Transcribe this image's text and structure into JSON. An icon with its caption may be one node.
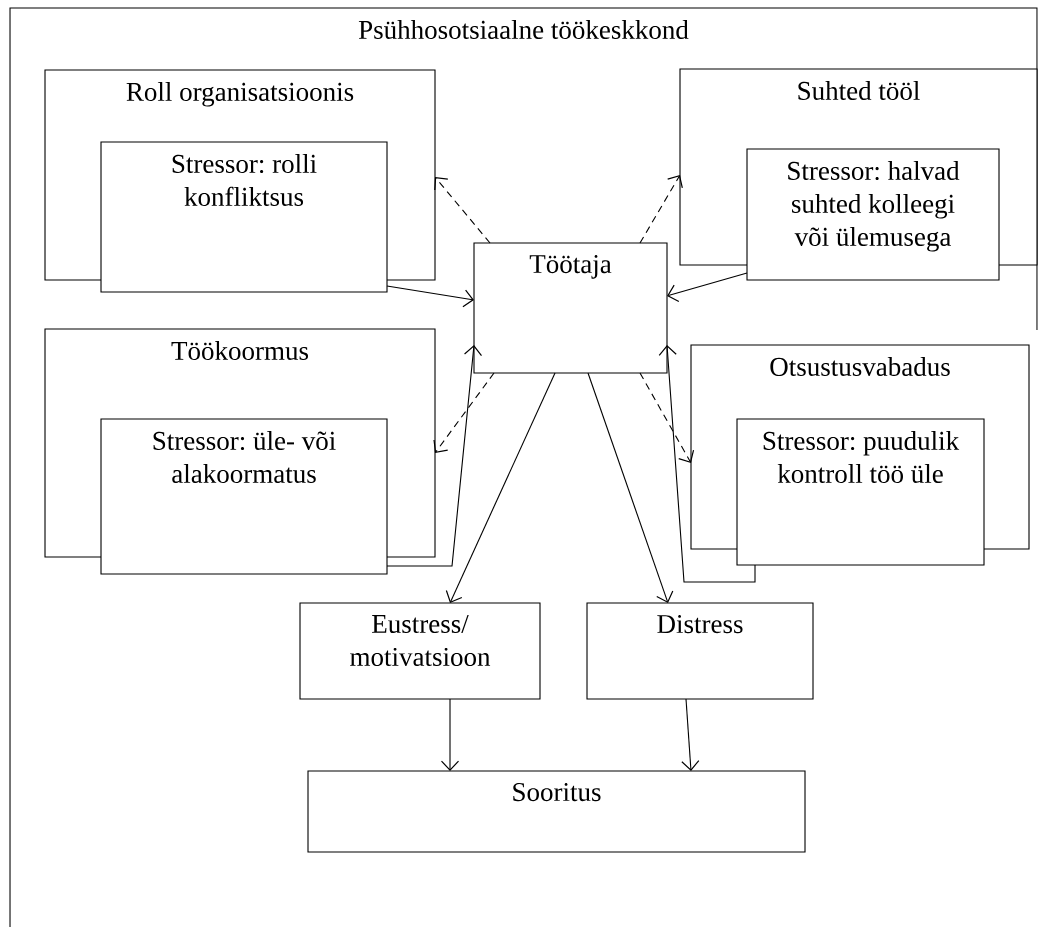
{
  "diagram": {
    "nodes": [
      {
        "text": [
          "Psühhosotsiaalne töökeskkond"
        ]
      },
      {
        "text": [
          "Roll organisatsioonis"
        ],
        "in": 0
      },
      {
        "text": [
          "Stressor: rolli konfliktsus"
        ],
        "in": 0
      },
      {
        "text": [
          "Suhted tööl"
        ],
        "in": 0
      },
      {
        "text": [
          "Stressor: halvad suhted kolleegi või ülemusega"
        ],
        "in": 0
      },
      {
        "text": [
          "Töötaja"
        ],
        "in": 0
      },
      {
        "text": [
          "Töökoormus"
        ],
        "in": 0
      },
      {
        "text": [
          "Stressor: üle- või alakoormatus"
        ],
        "in": 0
      },
      {
        "text": [
          "Otsustusvabadus"
        ],
        "in": 0
      },
      {
        "text": [
          "Stressor: puudulik kontroll töö üle"
        ],
        "in": 0
      },
      {
        "text": [
          "Eustress/ motivatsioon"
        ],
        "in": 0
      },
      {
        "text": [
          "Distress"
        ],
        "in": 0
      },
      {
        "text": [
          "Sooritus"
        ],
        "in": 0
      }
    ],
    "edges": [
      {
        "from": 2,
        "to": 5,
        "arrow": "to"
      },
      {
        "from": 5,
        "to": 1,
        "arrow": "to",
        "style": "dashed"
      },
      {
        "from": 5,
        "to": 3,
        "arrow": "to",
        "style": "dashed"
      },
      {
        "from": 4,
        "to": 5,
        "arrow": "to"
      },
      {
        "from": 7,
        "to": 5,
        "arrow": "to"
      },
      {
        "from": 5,
        "to": 6,
        "arrow": "to",
        "style": "dashed"
      },
      {
        "from": 9,
        "to": 5,
        "arrow": "to"
      },
      {
        "from": 5,
        "to": 8,
        "arrow": "to",
        "style": "dashed"
      },
      {
        "from": 5,
        "to": 10,
        "arrow": "to"
      },
      {
        "from": 5,
        "to": 11,
        "arrow": "to"
      },
      {
        "from": 10,
        "to": 12,
        "arrow": "to"
      },
      {
        "from": 11,
        "to": 12,
        "arrow": "to"
      }
    ]
  }
}
